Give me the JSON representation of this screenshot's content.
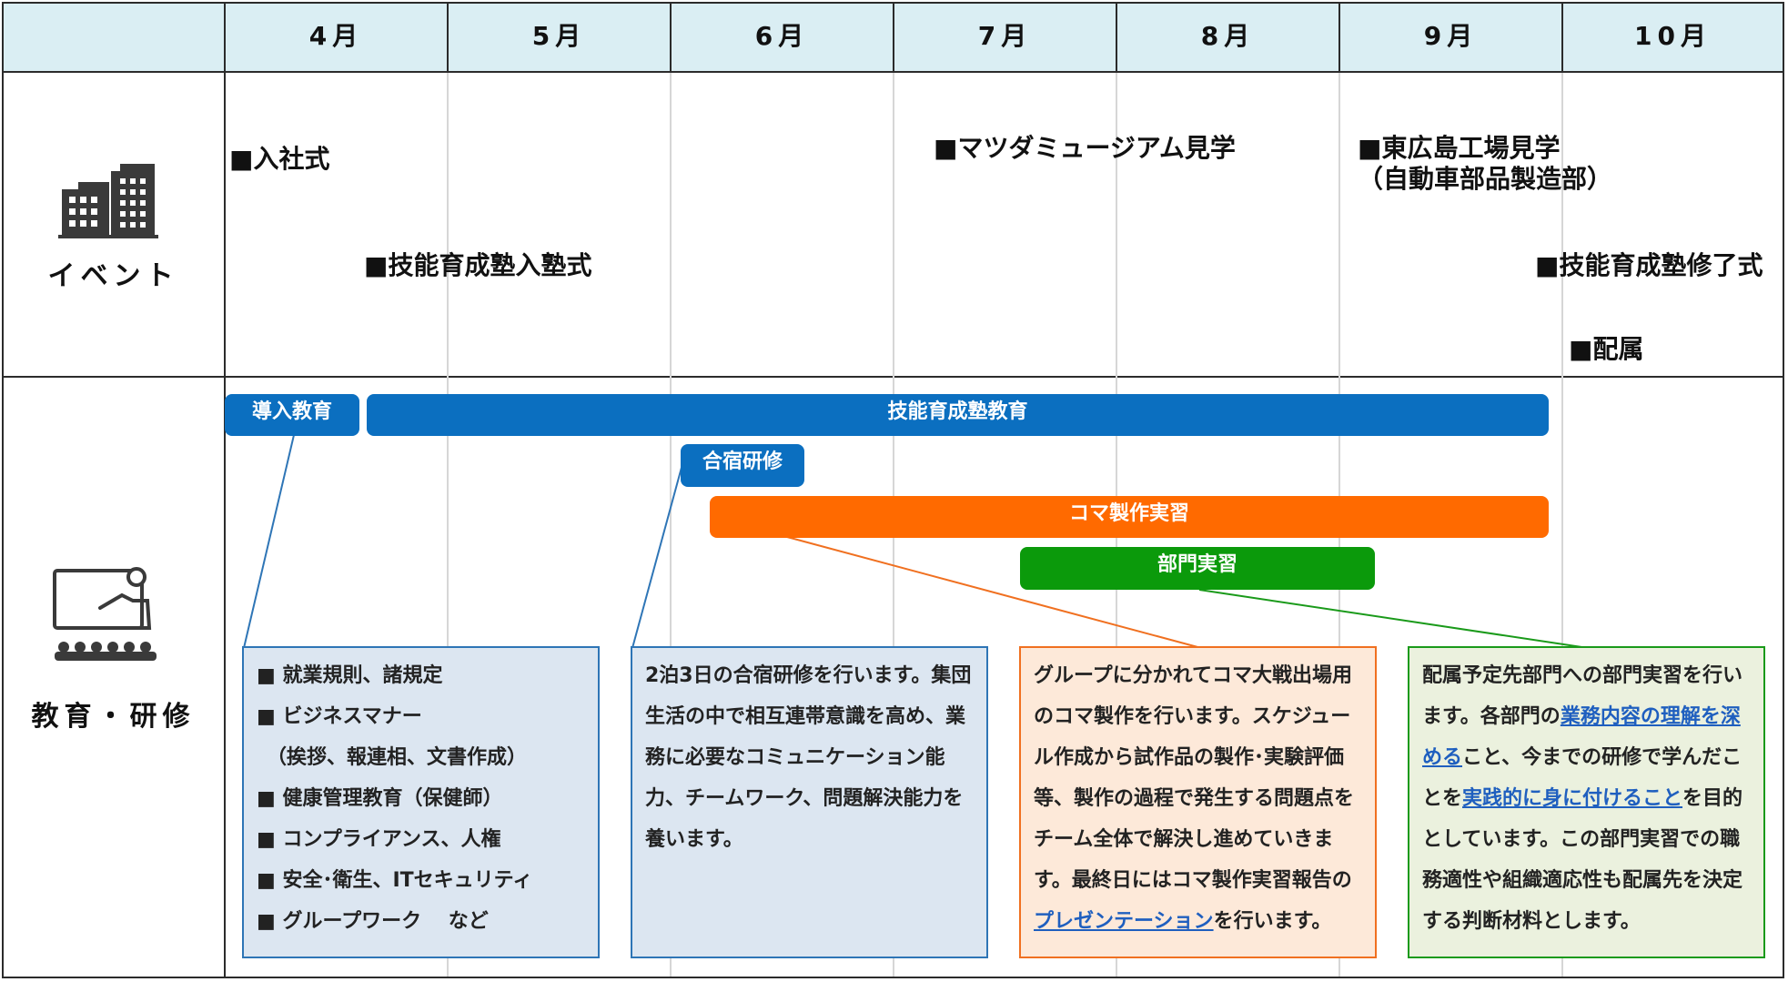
{
  "header": {
    "months": [
      "4月",
      "5月",
      "6月",
      "7月",
      "8月",
      "9月",
      "10月"
    ]
  },
  "rows": {
    "events_label": "イベント",
    "training_label": "教育・研修"
  },
  "icons": {
    "events_icon": "building-icon",
    "training_icon": "presentation-icon"
  },
  "events": [
    {
      "text": "■入社式"
    },
    {
      "text": "■技能育成塾入塾式"
    },
    {
      "text": "■マツダミュージアム見学"
    },
    {
      "text": "■東広島工場見学"
    },
    {
      "text": "（自動車部品製造部）"
    },
    {
      "text": "■技能育成塾修了式"
    },
    {
      "text": "■配属"
    }
  ],
  "bars": [
    {
      "label": "導入教育",
      "color": "#0b6fc0"
    },
    {
      "label": "技能育成塾教育",
      "color": "#0b6fc0"
    },
    {
      "label": "合宿研修",
      "color": "#0b6fc0"
    },
    {
      "label": "コマ製作実習",
      "color": "#ff6a00"
    },
    {
      "label": "部門実習",
      "color": "#0b9a0b"
    }
  ],
  "boxes": {
    "intro": {
      "items": [
        "■ 就業規則、諸規定",
        "■ ビジネスマナー",
        "　（挨拶、報連相、文書作成）",
        "■ 健康管理教育（保健師）",
        "■ コンプライアンス、人権",
        "■ 安全･衛生、ITセキュリティ",
        "■ グループワーク　 など"
      ]
    },
    "camp": {
      "text": "2泊3日の合宿研修を行います。集団生活の中で相互連帯意識を高め、業務に必要なコミュニケーション能力、チームワーク、問題解決能力を養います。"
    },
    "koma": {
      "text_before": "グループに分かれてコマ大戦出場用のコマ製作を行います。スケジュール作成から試作品の製作･実験評価等、製作の過程で発生する問題点をチーム全体で解決し進めていきます。最終日にはコマ製作実習報告の",
      "highlight": "プレゼンテーション",
      "text_after": "を行います。"
    },
    "dept": {
      "part1": "配属予定先部門への部門実習を行います。各部門の",
      "highlight1": "業務内容の理解を深める",
      "part2": "こと、今までの研修で学んだことを",
      "highlight2": "実践的に身に付けること",
      "part3": "を目的としています。この部門実習での職務適性や組織適応性も配属先を決定する判断材料とします。"
    }
  },
  "colors": {
    "header_bg": "#daeef3",
    "blue_box_bg": "#dce6f1",
    "blue_box_border": "#2e75b6",
    "orange_box_bg": "#fde9d9",
    "orange_box_border": "#f07020",
    "green_box_bg": "#ebf1de",
    "green_box_border": "#1a9a1a"
  }
}
